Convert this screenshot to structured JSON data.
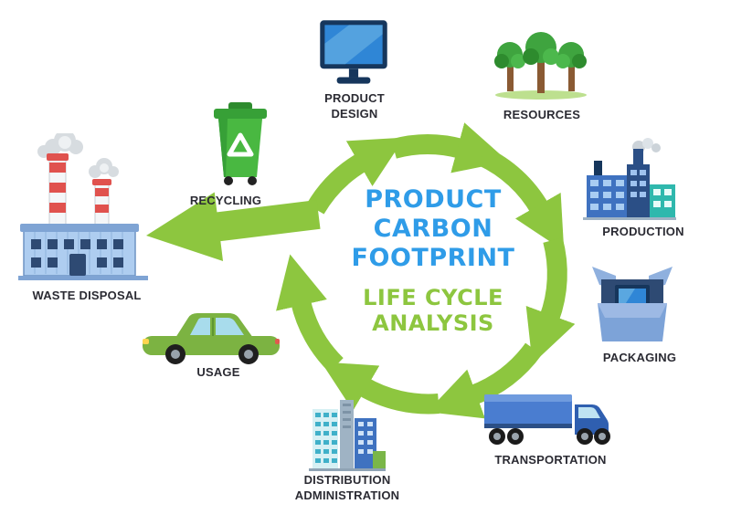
{
  "center": {
    "title_lines": [
      "PRODUCT",
      "CARBON",
      "FOOTPRINT"
    ],
    "subtitle_lines": [
      "LIFE CYCLE",
      "ANALYSIS"
    ]
  },
  "stages": [
    {
      "label": "PRODUCT DESIGN",
      "icon": "computer-monitor-icon"
    },
    {
      "label": "RESOURCES",
      "icon": "trees-icon"
    },
    {
      "label": "PRODUCTION",
      "icon": "factory-icon"
    },
    {
      "label": "PACKAGING",
      "icon": "open-box-monitor-icon"
    },
    {
      "label": "TRANSPORTATION",
      "icon": "truck-icon"
    },
    {
      "label": "DISTRIBUTION ADMINISTRATION",
      "icon": "office-buildings-icon"
    },
    {
      "label": "USAGE",
      "icon": "car-icon"
    },
    {
      "label": "RECYCLING",
      "icon": "recycle-bin-icon"
    },
    {
      "label": "WASTE DISPOSAL",
      "icon": "waste-factory-icon"
    }
  ],
  "colors": {
    "arrow_green": "#8dc63f",
    "title_blue": "#2f9ce8",
    "subtitle_green": "#8dc63f",
    "label_dark": "#2b2b33",
    "background": "#ffffff"
  }
}
